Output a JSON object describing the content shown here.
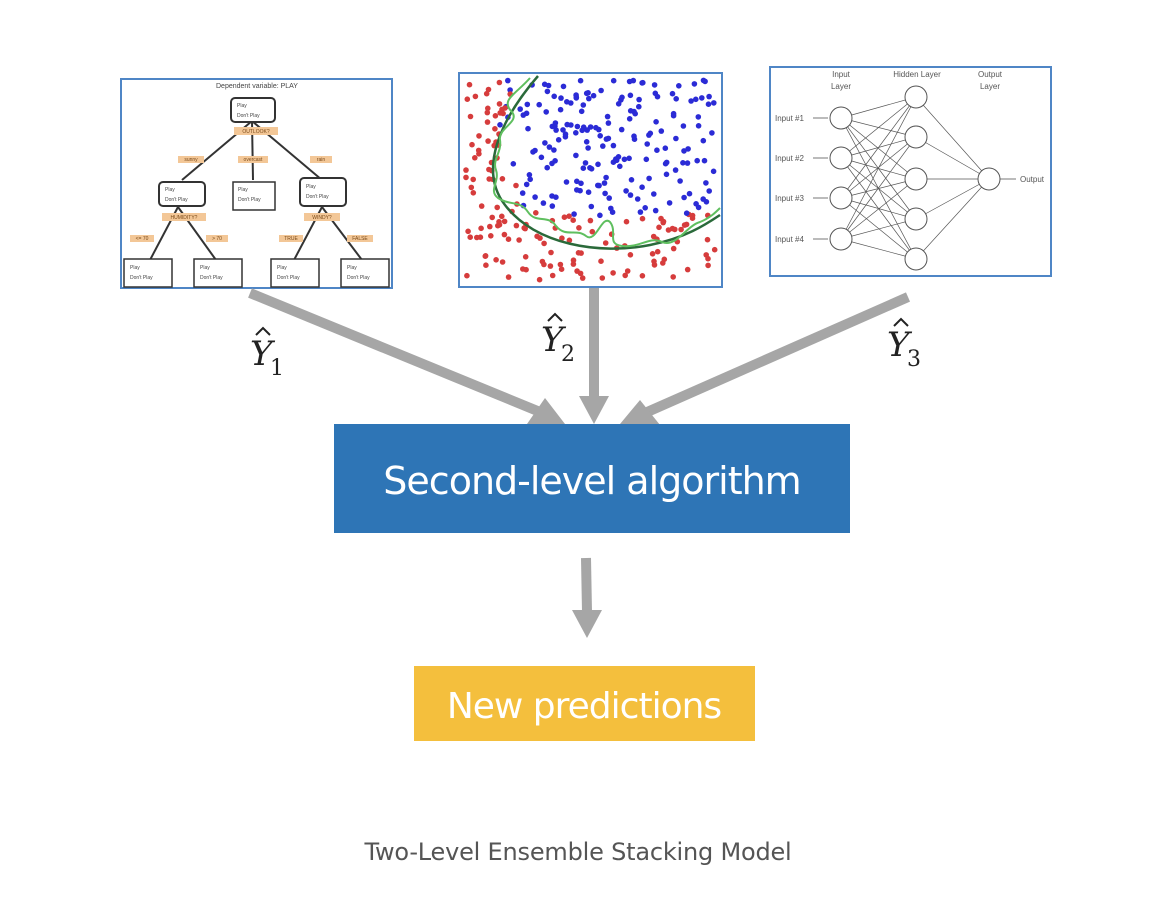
{
  "tree": {
    "title": "Dependent variable: PLAY",
    "play_label": "Play",
    "dont_play_label": "Don't Play",
    "edges": [
      "OUTLOOK?",
      "sunny",
      "overcast",
      "rain",
      "HUMIDITY?",
      "WINDY?",
      "<= 70",
      "> 70",
      "TRUE",
      "FALSE"
    ]
  },
  "nn": {
    "input_layer": [
      "Input",
      "Layer"
    ],
    "hidden_layer": "Hidden Layer",
    "output_layer": [
      "Output",
      "Layer"
    ],
    "inputs": [
      "Input #1",
      "Input #2",
      "Input #3",
      "Input #4"
    ],
    "output": "Output"
  },
  "labels": {
    "y1_sub": "1",
    "y2_sub": "2",
    "y3_sub": "3",
    "y_letter": "Y"
  },
  "boxes": {
    "second_level": "Second-level algorithm",
    "new_predictions": "New predictions"
  },
  "caption": "Two-Level Ensemble Stacking Model",
  "colors": {
    "arrow": "#a6a6a6",
    "second_level_bg": "#2e75b6",
    "new_predictions_bg": "#f4bf3d",
    "panel_border": "#4f86c6",
    "red_dots": "#d63c3c",
    "blue_dots": "#2b2bd6",
    "boundary": "#2a6a3a",
    "boundary_light": "#5fbf5f",
    "tree_edge_label": "#f3c797"
  }
}
